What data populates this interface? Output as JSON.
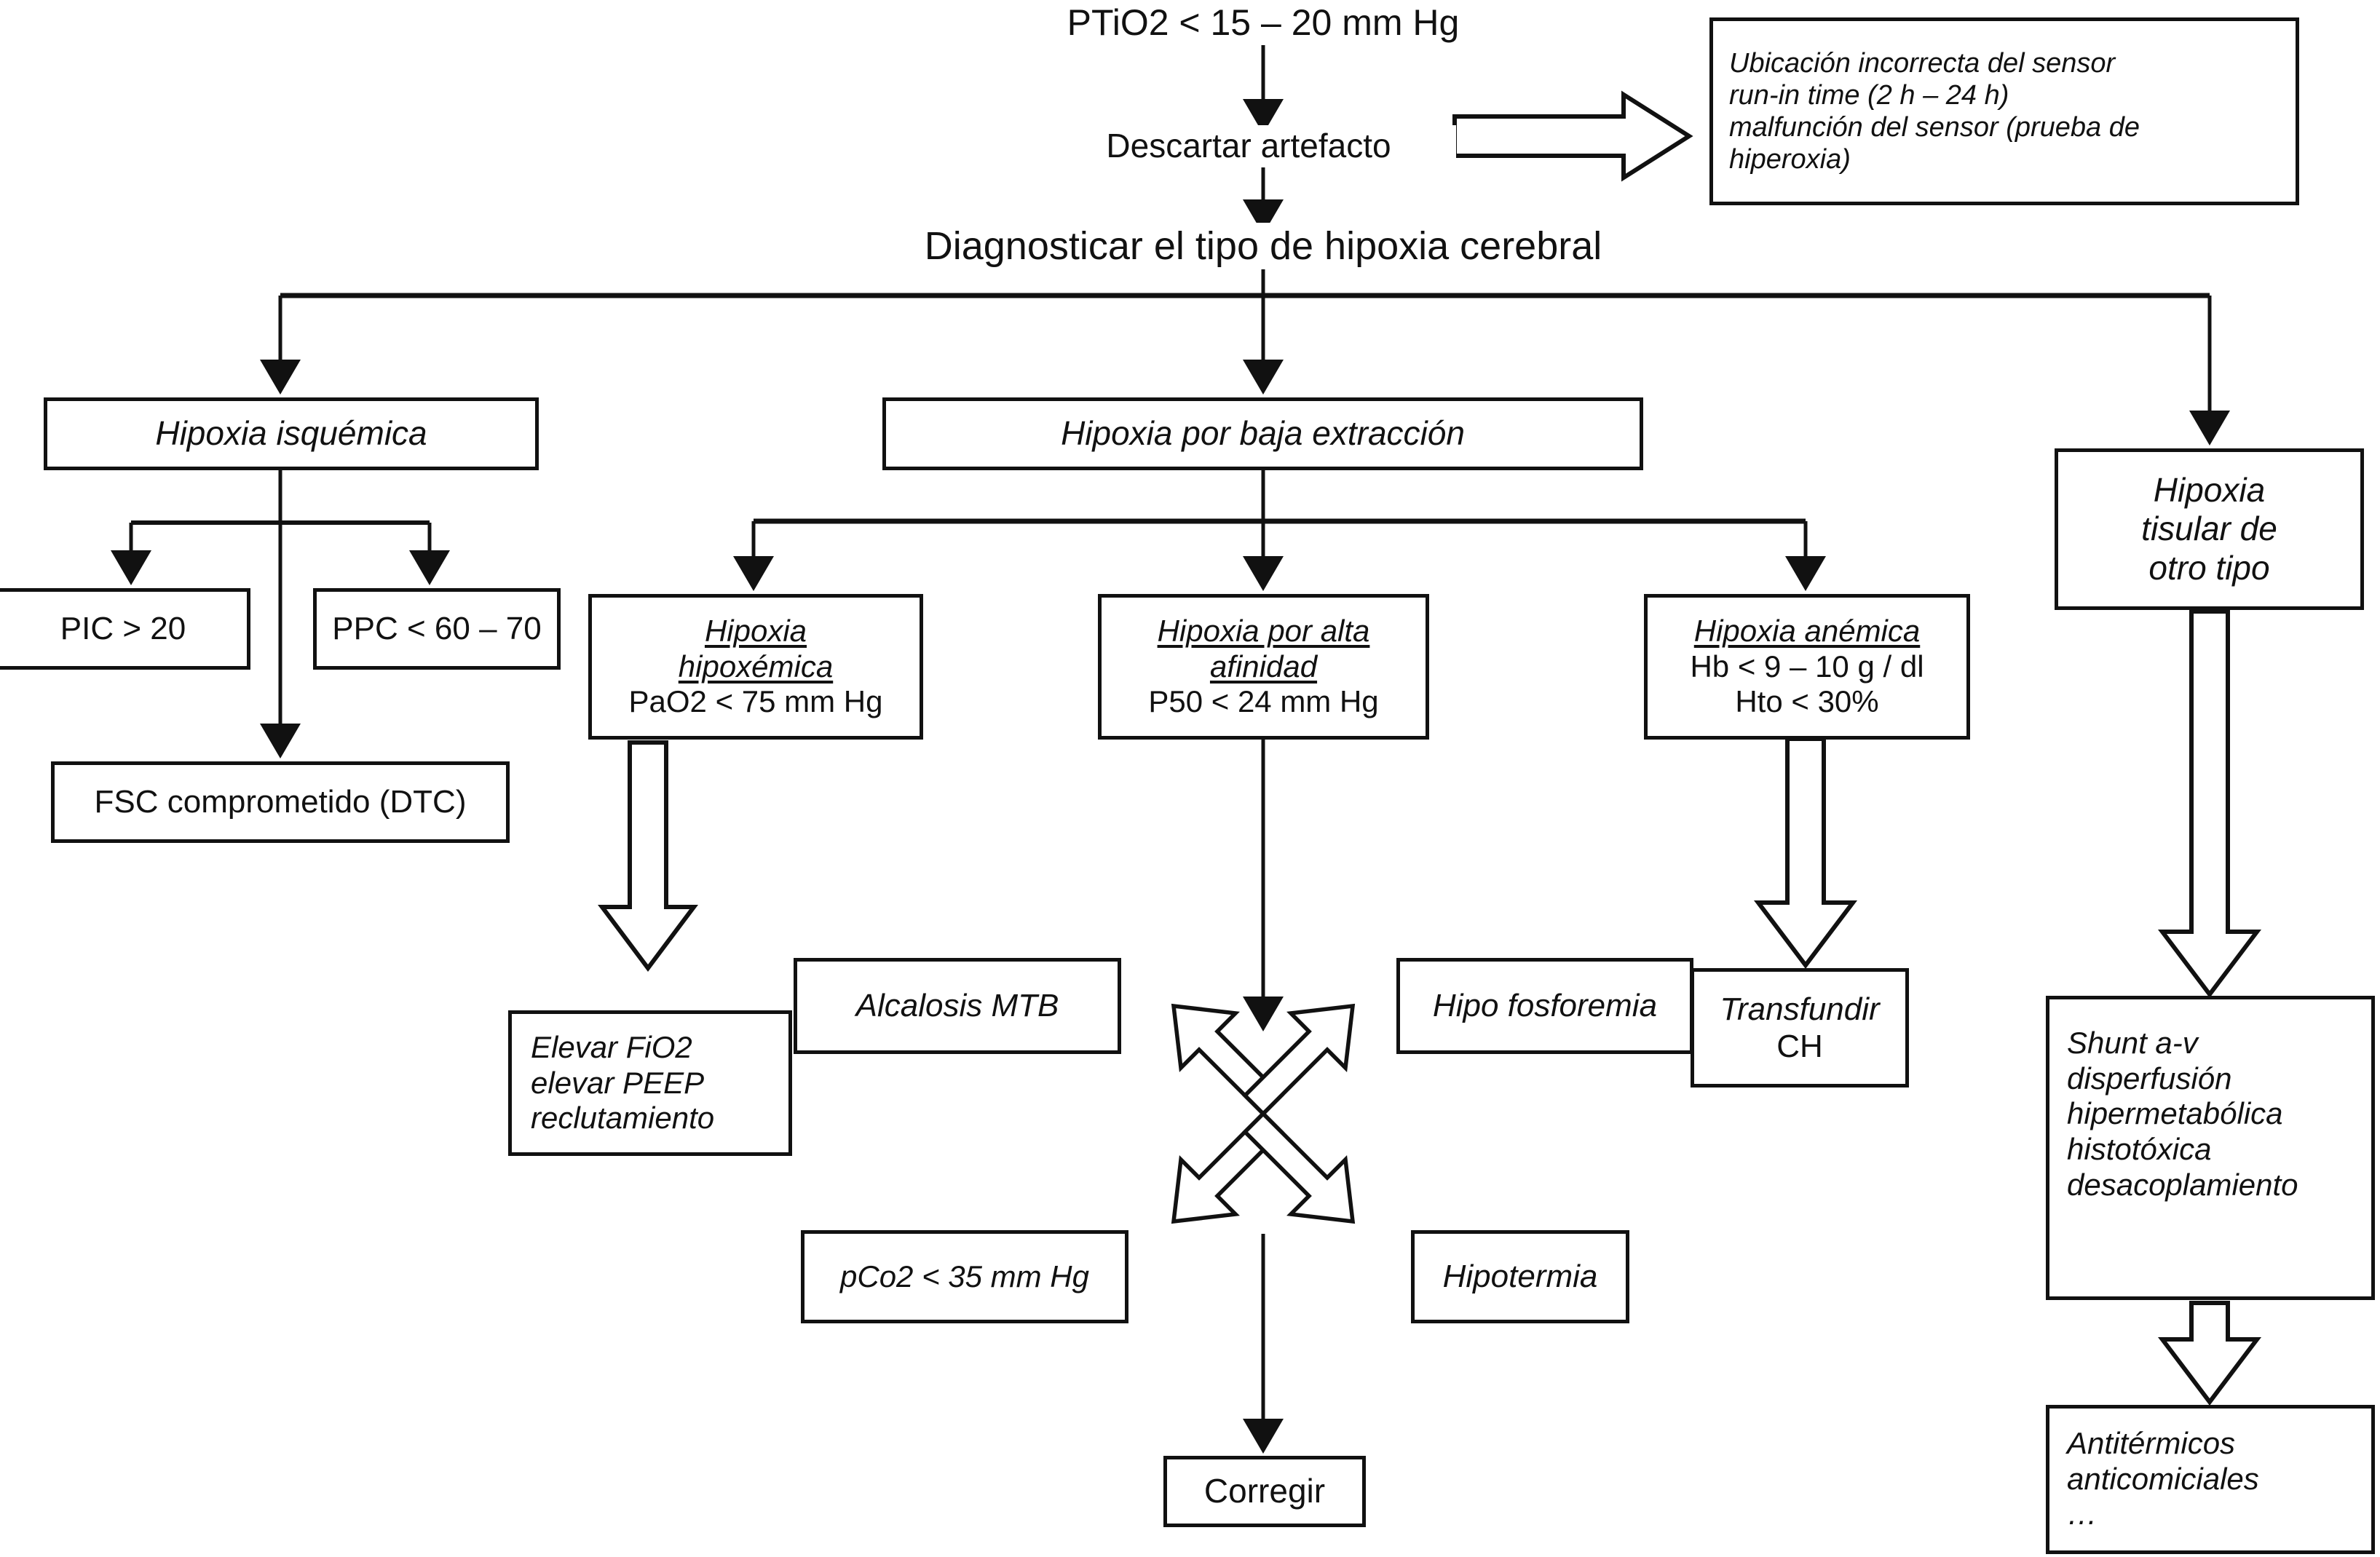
{
  "diagram": {
    "title": "PTiO2 cerebral hypoxia diagnostic algorithm",
    "language": "es",
    "stroke_color": "#111111",
    "background_color": "#ffffff"
  },
  "nodes": {
    "ptio2": {
      "text": "PTiO2 < 15 – 20 mm Hg"
    },
    "descartar": {
      "text": "Descartar artefacto"
    },
    "artefacto_box": {
      "lines": [
        "Ubicación incorrecta del sensor",
        "run-in time (2 h – 24 h)",
        "malfunción del sensor (prueba de",
        "hiperoxia)"
      ]
    },
    "diagnosticar": {
      "text": "Diagnosticar el tipo de hipoxia cerebral"
    },
    "hipoxia_isquemica": {
      "text": "Hipoxia isquémica"
    },
    "hipoxia_baja_extraccion": {
      "text": "Hipoxia por baja extracción"
    },
    "hipoxia_tisular": {
      "lines": [
        "Hipoxia",
        "tisular de",
        "otro tipo"
      ]
    },
    "pic": {
      "text": "PIC > 20"
    },
    "ppc": {
      "text": "PPC < 60 – 70"
    },
    "fsc": {
      "text": "FSC comprometido (DTC)"
    },
    "hipoxemica": {
      "heading": [
        "Hipoxia",
        "hipoxémica"
      ],
      "detail": [
        "PaO2 < 75 mm Hg"
      ]
    },
    "alta_afinidad": {
      "heading": [
        "Hipoxia por alta",
        "afinidad"
      ],
      "detail": [
        "P50 < 24 mm Hg"
      ]
    },
    "anemica": {
      "heading": [
        "Hipoxia anémica"
      ],
      "detail": [
        "Hb < 9 – 10 g / dl",
        "Hto < 30%"
      ]
    },
    "elevar_fio2": {
      "lines": [
        "Elevar FiO2",
        "elevar PEEP",
        "reclutamiento"
      ]
    },
    "alcalosis": {
      "text": "Alcalosis MTB"
    },
    "hipofosforemia": {
      "text": "Hipo fosforemia"
    },
    "pco2": {
      "text": "pCo2 < 35 mm Hg"
    },
    "hipotermia": {
      "text": "Hipotermia"
    },
    "corregir": {
      "text": "Corregir"
    },
    "transfundir": {
      "heading": [
        "Transfundir"
      ],
      "detail": [
        "CH"
      ]
    },
    "shunt": {
      "lines": [
        "Shunt a-v",
        "disperfusión",
        "hipermetabólica",
        "histotóxica",
        "desacoplamiento"
      ]
    },
    "antitermicos": {
      "lines": [
        "Antitérmicos",
        "anticomiciales",
        "…"
      ]
    }
  }
}
